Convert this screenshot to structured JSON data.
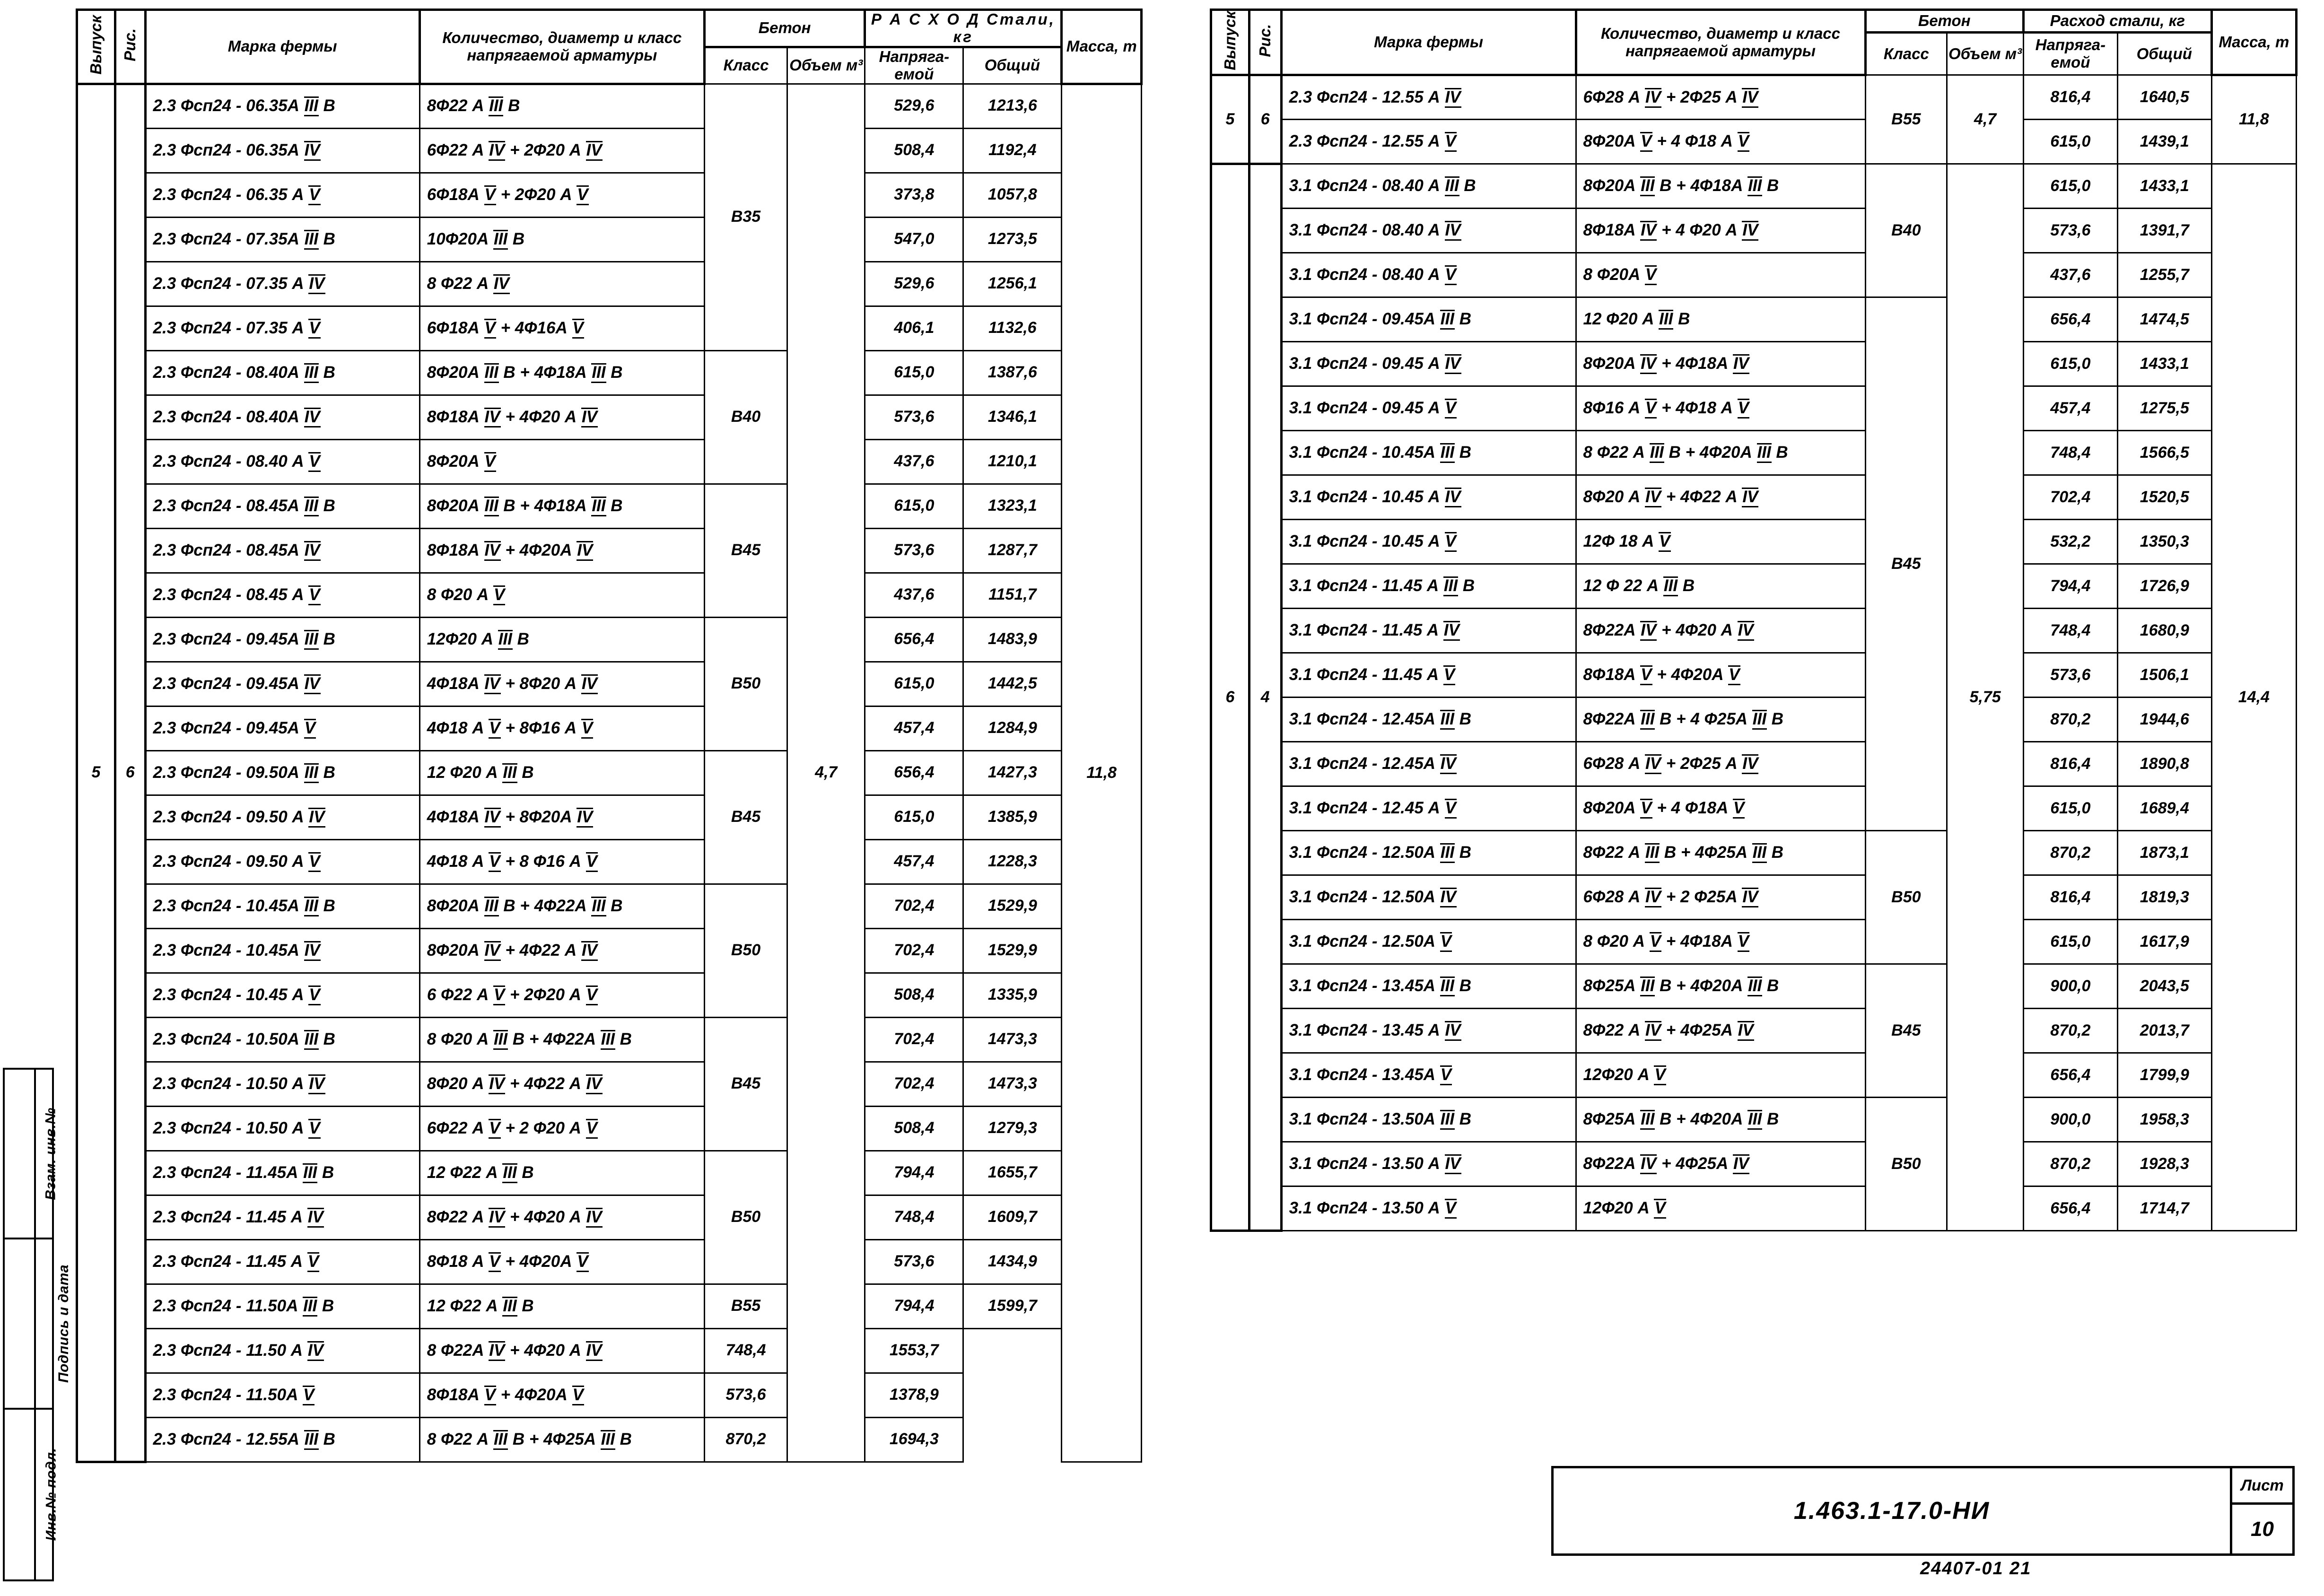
{
  "sidebar": {
    "items": [
      {
        "label": "Взам. инв.№"
      },
      {
        "label": "Подпись и дата"
      },
      {
        "label": "Инв.№ подл."
      }
    ]
  },
  "title_block": {
    "drawing_number": "1.463.1-17.0-НИ",
    "sheet_label": "Лист",
    "sheet_number": "10",
    "stamp_code": "24407-01    21"
  },
  "headers": {
    "vypusk": "Выпуск",
    "ris": "Рис.",
    "marka": "Марка фермы",
    "armatura": "Количество, диаметр и класс напрягаемой арматуры",
    "beton": "Бетон",
    "klass": "Класс",
    "obem": "Объем м³",
    "rashod_left": "Р А С Х О Д Стали, кг",
    "rashod_right": "Расход стали, кг",
    "napryag": "Напряга- емой",
    "obshiy": "Общий",
    "massa": "Масса, т"
  },
  "left_table": {
    "vypusk": "5",
    "ris": "6",
    "obem": "4,7",
    "massa": "11,8",
    "concrete_groups": [
      {
        "class": "В35",
        "rows": 6
      },
      {
        "class": "В40",
        "rows": 3
      },
      {
        "class": "В45",
        "rows": 3
      },
      {
        "class": "В50",
        "rows": 3
      },
      {
        "class": "В45",
        "rows": 3
      },
      {
        "class": "В50",
        "rows": 3
      },
      {
        "class": "В45",
        "rows": 3
      },
      {
        "class": "В50",
        "rows": 3
      },
      {
        "class": "В55",
        "rows": 1
      }
    ],
    "rows": [
      {
        "marka": "2.3 Фсп24 - 06.35А III В",
        "arm": "8Ф22 А III В",
        "napryag": "529,6",
        "obshiy": "1213,6"
      },
      {
        "marka": "2.3 Фсп24 - 06.35А IV",
        "arm": "6Ф22 А IV + 2Ф20 А IV",
        "napryag": "508,4",
        "obshiy": "1192,4"
      },
      {
        "marka": "2.3 Фсп24 - 06.35 А V",
        "arm": "6Ф18А V + 2Ф20 А V",
        "napryag": "373,8",
        "obshiy": "1057,8"
      },
      {
        "marka": "2.3 Фсп24 - 07.35А III В",
        "arm": "10Ф20А III В",
        "napryag": "547,0",
        "obshiy": "1273,5"
      },
      {
        "marka": "2.3 Фсп24 - 07.35 А IV",
        "arm": "8 Ф22 А IV",
        "napryag": "529,6",
        "obshiy": "1256,1"
      },
      {
        "marka": "2.3 Фсп24 - 07.35 А V",
        "arm": "6Ф18А V + 4Ф16А V",
        "napryag": "406,1",
        "obshiy": "1132,6"
      },
      {
        "marka": "2.3 Фсп24 - 08.40А III В",
        "arm": "8Ф20А III В + 4Ф18А III В",
        "napryag": "615,0",
        "obshiy": "1387,6"
      },
      {
        "marka": "2.3 Фсп24 - 08.40А IV",
        "arm": "8Ф18А IV + 4Ф20 А IV",
        "napryag": "573,6",
        "obshiy": "1346,1"
      },
      {
        "marka": "2.3 Фсп24 - 08.40 А V",
        "arm": "8Ф20А V",
        "napryag": "437,6",
        "obshiy": "1210,1"
      },
      {
        "marka": "2.3 Фсп24 - 08.45А III В",
        "arm": "8Ф20А III В + 4Ф18А III В",
        "napryag": "615,0",
        "obshiy": "1323,1"
      },
      {
        "marka": "2.3 Фсп24 - 08.45А IV",
        "arm": "8Ф18А IV + 4Ф20А IV",
        "napryag": "573,6",
        "obshiy": "1287,7"
      },
      {
        "marka": "2.3 Фсп24 - 08.45 А V",
        "arm": "8 Ф20 А V",
        "napryag": "437,6",
        "obshiy": "1151,7"
      },
      {
        "marka": "2.3 Фсп24 - 09.45А III В",
        "arm": "12Ф20 А III В",
        "napryag": "656,4",
        "obshiy": "1483,9"
      },
      {
        "marka": "2.3 Фсп24 - 09.45А IV",
        "arm": "4Ф18А IV + 8Ф20 А IV",
        "napryag": "615,0",
        "obshiy": "1442,5"
      },
      {
        "marka": "2.3 Фсп24 - 09.45А V",
        "arm": "4Ф18 А V + 8Ф16 А V",
        "napryag": "457,4",
        "obshiy": "1284,9"
      },
      {
        "marka": "2.3 Фсп24 - 09.50А III В",
        "arm": "12 Ф20 А III В",
        "napryag": "656,4",
        "obshiy": "1427,3"
      },
      {
        "marka": "2.3 Фсп24 - 09.50 А IV",
        "arm": "4Ф18А IV + 8Ф20А IV",
        "napryag": "615,0",
        "obshiy": "1385,9"
      },
      {
        "marka": "2.3 Фсп24 - 09.50 А V",
        "arm": "4Ф18 А V + 8 Ф16 А V",
        "napryag": "457,4",
        "obshiy": "1228,3"
      },
      {
        "marka": "2.3 Фсп24 - 10.45А III В",
        "arm": "8Ф20А III В + 4Ф22А III В",
        "napryag": "702,4",
        "obshiy": "1529,9"
      },
      {
        "marka": "2.3 Фсп24 - 10.45А IV",
        "arm": "8Ф20А IV + 4Ф22 А IV",
        "napryag": "702,4",
        "obshiy": "1529,9"
      },
      {
        "marka": "2.3 Фсп24 - 10.45 А V",
        "arm": "6 Ф22 А V + 2Ф20 А V",
        "napryag": "508,4",
        "obshiy": "1335,9"
      },
      {
        "marka": "2.3 Фсп24 - 10.50А III В",
        "arm": "8 Ф20 А III В + 4Ф22А III В",
        "napryag": "702,4",
        "obshiy": "1473,3"
      },
      {
        "marka": "2.3 Фсп24 - 10.50 А IV",
        "arm": "8Ф20 А IV + 4Ф22 А IV",
        "napryag": "702,4",
        "obshiy": "1473,3"
      },
      {
        "marka": "2.3 Фсп24 - 10.50 А V",
        "arm": "6Ф22 А V + 2 Ф20 А V",
        "napryag": "508,4",
        "obshiy": "1279,3"
      },
      {
        "marka": "2.3 Фсп24 - 11.45А III В",
        "arm": "12 Ф22 А III В",
        "napryag": "794,4",
        "obshiy": "1655,7"
      },
      {
        "marka": "2.3 Фсп24 - 11.45 А IV",
        "arm": "8Ф22 А IV + 4Ф20 А IV",
        "napryag": "748,4",
        "obshiy": "1609,7"
      },
      {
        "marka": "2.3 Фсп24 - 11.45 А V",
        "arm": "8Ф18 А V + 4Ф20А V",
        "napryag": "573,6",
        "obshiy": "1434,9"
      },
      {
        "marka": "2.3 Фсп24 - 11.50А III В",
        "arm": "12 Ф22 А III В",
        "napryag": "794,4",
        "obshiy": "1599,7"
      },
      {
        "marka": "2.3 Фсп24 - 11.50 А IV",
        "arm": "8 Ф22А IV + 4Ф20 А IV",
        "napryag": "748,4",
        "obshiy": "1553,7"
      },
      {
        "marka": "2.3 Фсп24 - 11.50А V",
        "arm": "8Ф18А V + 4Ф20А V",
        "napryag": "573,6",
        "obshiy": "1378,9"
      },
      {
        "marka": "2.3 Фсп24 - 12.55А III В",
        "arm": "8 Ф22 А III В + 4Ф25А III В",
        "napryag": "870,2",
        "obshiy": "1694,3"
      }
    ]
  },
  "right_table": {
    "blocks": [
      {
        "vypusk": "5",
        "ris": "6",
        "obem": "4,7",
        "massa": "11,8",
        "concrete_groups": [
          {
            "class": "В55",
            "rows": 2
          }
        ],
        "rows": [
          {
            "marka": "2.3 Фсп24 - 12.55 А IV",
            "arm": "6Ф28 А IV + 2Ф25 А IV",
            "napryag": "816,4",
            "obshiy": "1640,5"
          },
          {
            "marka": "2.3 Фсп24 - 12.55 А V",
            "arm": "8Ф20А V + 4 Ф18 А V",
            "napryag": "615,0",
            "obshiy": "1439,1"
          }
        ]
      },
      {
        "vypusk": "6",
        "ris": "4",
        "obem": "5,75",
        "massa": "14,4",
        "concrete_groups": [
          {
            "class": "В40",
            "rows": 3
          },
          {
            "class": "В45",
            "rows": 12
          },
          {
            "class": "В50",
            "rows": 3
          },
          {
            "class": "В45",
            "rows": 3
          },
          {
            "class": "В50",
            "rows": 3
          }
        ],
        "rows": [
          {
            "marka": "3.1 Фсп24 - 08.40 А III В",
            "arm": "8Ф20А III В + 4Ф18А III В",
            "napryag": "615,0",
            "obshiy": "1433,1"
          },
          {
            "marka": "3.1 Фсп24 - 08.40 А IV",
            "arm": "8Ф18А IV + 4 Ф20 А IV",
            "napryag": "573,6",
            "obshiy": "1391,7"
          },
          {
            "marka": "3.1 Фсп24 - 08.40 А V",
            "arm": "8 Ф20А V",
            "napryag": "437,6",
            "obshiy": "1255,7"
          },
          {
            "marka": "3.1 Фсп24 - 09.45А III В",
            "arm": "12 Ф20 А III В",
            "napryag": "656,4",
            "obshiy": "1474,5"
          },
          {
            "marka": "3.1 Фсп24 - 09.45 А IV",
            "arm": "8Ф20А IV + 4Ф18А IV",
            "napryag": "615,0",
            "obshiy": "1433,1"
          },
          {
            "marka": "3.1 Фсп24 - 09.45 А V",
            "arm": "8Ф16 А V + 4Ф18 А V",
            "napryag": "457,4",
            "obshiy": "1275,5"
          },
          {
            "marka": "3.1 Фсп24 - 10.45А III В",
            "arm": "8 Ф22 А III В + 4Ф20А III В",
            "napryag": "748,4",
            "obshiy": "1566,5"
          },
          {
            "marka": "3.1 Фсп24 - 10.45 А IV",
            "arm": "8Ф20 А IV + 4Ф22 А IV",
            "napryag": "702,4",
            "obshiy": "1520,5"
          },
          {
            "marka": "3.1 Фсп24 - 10.45 А V",
            "arm": "12Ф 18 А V",
            "napryag": "532,2",
            "obshiy": "1350,3"
          },
          {
            "marka": "3.1 Фсп24 - 11.45 А III В",
            "arm": "12 Ф 22 А III В",
            "napryag": "794,4",
            "obshiy": "1726,9"
          },
          {
            "marka": "3.1 Фсп24 - 11.45 А IV",
            "arm": "8Ф22А IV + 4Ф20 А IV",
            "napryag": "748,4",
            "obshiy": "1680,9"
          },
          {
            "marka": "3.1 Фсп24 - 11.45 А V",
            "arm": "8Ф18А V + 4Ф20А V",
            "napryag": "573,6",
            "obshiy": "1506,1"
          },
          {
            "marka": "3.1 Фсп24 - 12.45А III В",
            "arm": "8Ф22А III В + 4 Ф25А III В",
            "napryag": "870,2",
            "obshiy": "1944,6"
          },
          {
            "marka": "3.1 Фсп24 - 12.45А IV",
            "arm": "6Ф28 А IV + 2Ф25 А IV",
            "napryag": "816,4",
            "obshiy": "1890,8"
          },
          {
            "marka": "3.1 Фсп24 - 12.45 А V",
            "arm": "8Ф20А V + 4 Ф18А V",
            "napryag": "615,0",
            "obshiy": "1689,4"
          },
          {
            "marka": "3.1 Фсп24 - 12.50А III В",
            "arm": "8Ф22 А III В + 4Ф25А III В",
            "napryag": "870,2",
            "obshiy": "1873,1"
          },
          {
            "marka": "3.1 Фсп24 - 12.50А IV",
            "arm": "6Ф28 А IV + 2 Ф25А IV",
            "napryag": "816,4",
            "obshiy": "1819,3"
          },
          {
            "marka": "3.1 Фсп24 - 12.50А V",
            "arm": "8 Ф20 А V + 4Ф18А V",
            "napryag": "615,0",
            "obshiy": "1617,9"
          },
          {
            "marka": "3.1 Фсп24 - 13.45А III В",
            "arm": "8Ф25А III В + 4Ф20А III В",
            "napryag": "900,0",
            "obshiy": "2043,5"
          },
          {
            "marka": "3.1 Фсп24 - 13.45 А IV",
            "arm": "8Ф22 А IV + 4Ф25А IV",
            "napryag": "870,2",
            "obshiy": "2013,7"
          },
          {
            "marka": "3.1 Фсп24 - 13.45А V",
            "arm": "12Ф20 А V",
            "napryag": "656,4",
            "obshiy": "1799,9"
          },
          {
            "marka": "3.1 Фсп24 - 13.50А III В",
            "arm": "8Ф25А III В + 4Ф20А III В",
            "napryag": "900,0",
            "obshiy": "1958,3"
          },
          {
            "marka": "3.1 Фсп24 - 13.50 А IV",
            "arm": "8Ф22А IV + 4Ф25А IV",
            "napryag": "870,2",
            "obshiy": "1928,3"
          },
          {
            "marka": "3.1 Фсп24 - 13.50 А V",
            "arm": "12Ф20 А V",
            "napryag": "656,4",
            "obshiy": "1714,7"
          }
        ]
      }
    ]
  }
}
